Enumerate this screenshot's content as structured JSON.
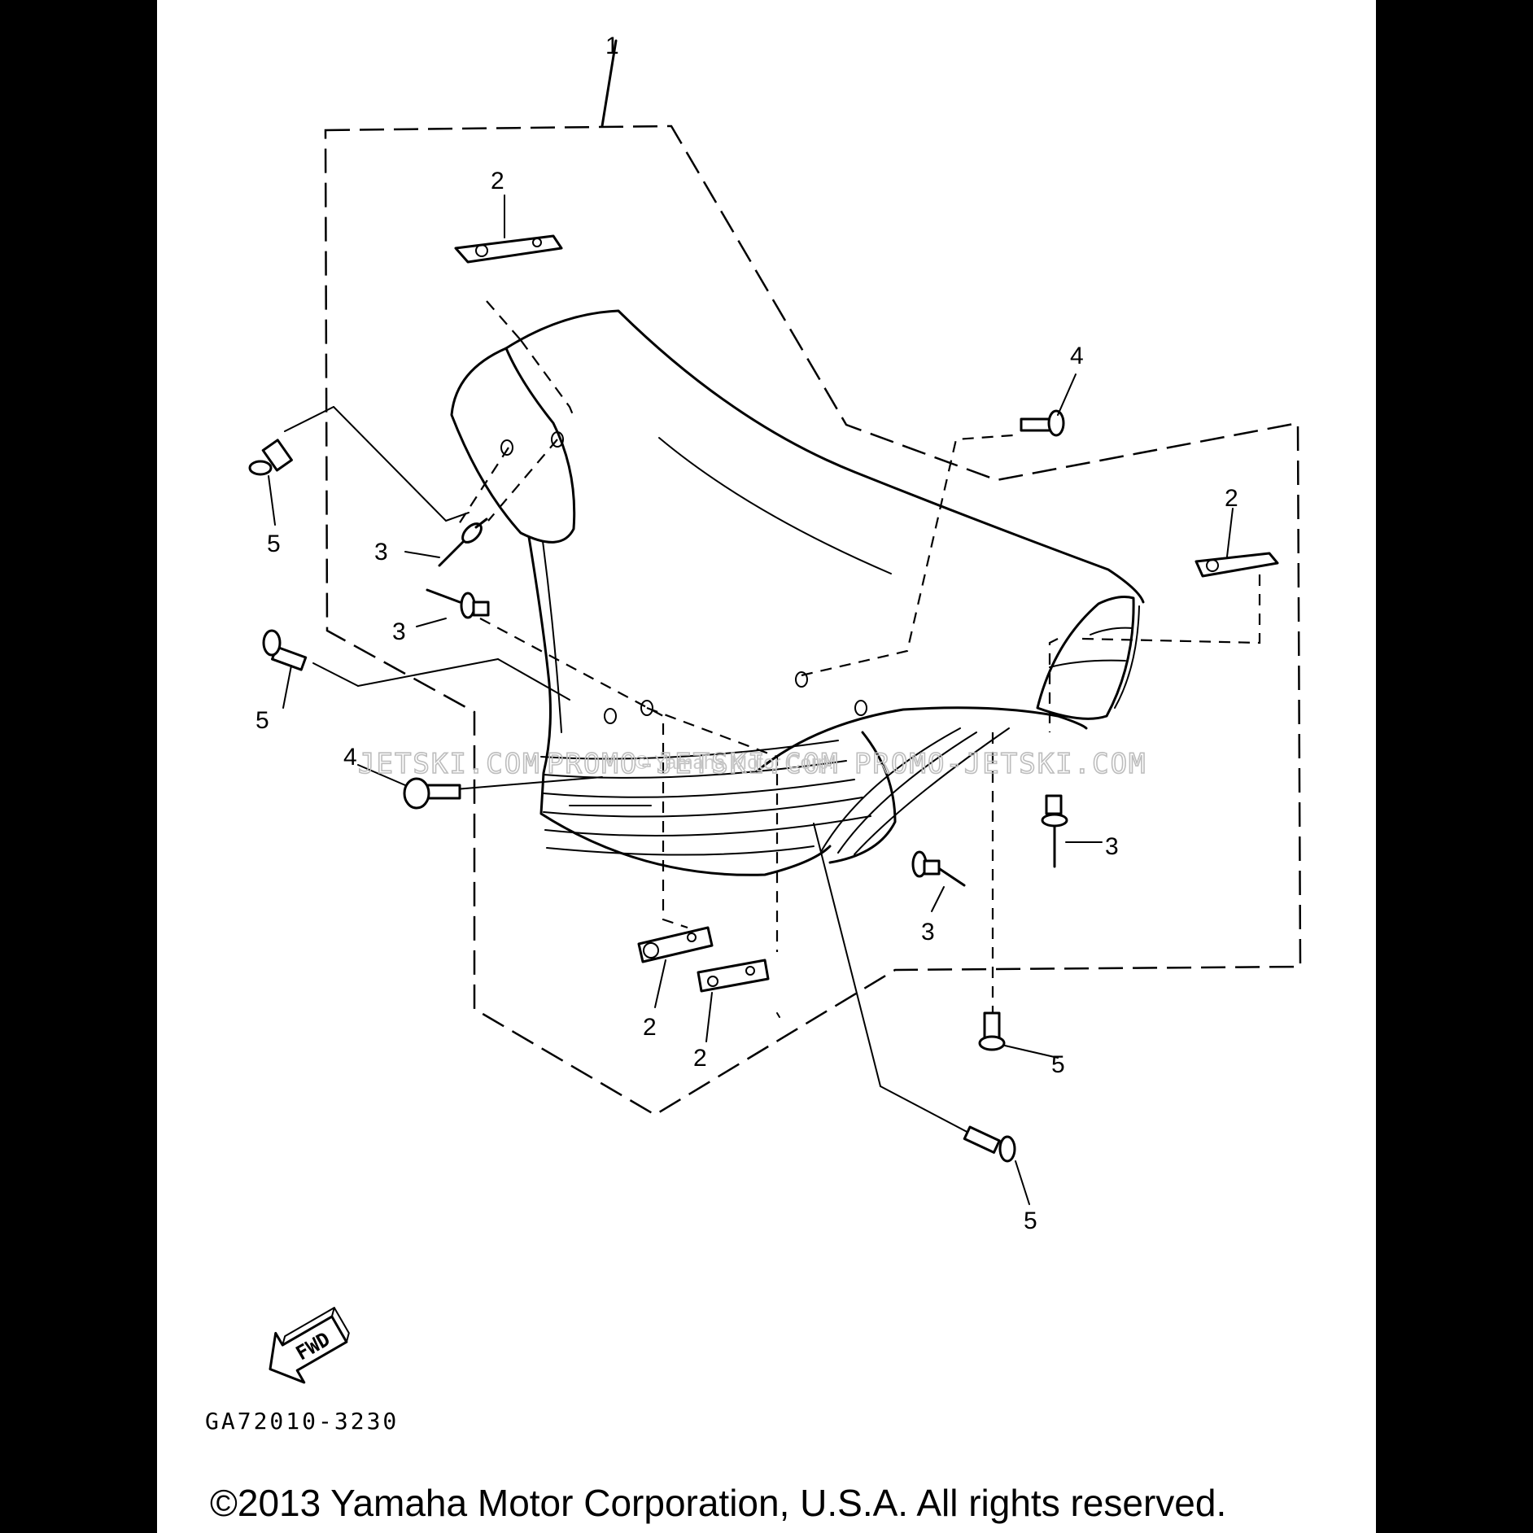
{
  "diagram": {
    "drawing_number": "GA72010-3230",
    "direction_label": "FWD",
    "copyright": "©2013 Yamaha Motor Corporation, U.S.A. All rights reserved.",
    "watermark": {
      "left": "JETSKI.COM",
      "center": "PROMO-JETSKI.COM",
      "right": "PROMO-JETSKI.COM",
      "overlay": "© Yamaha Motor Corp."
    },
    "callouts": {
      "c1": "1",
      "c2a": "2",
      "c2b": "2",
      "c2c": "2",
      "c2d": "2",
      "c3a": "3",
      "c3b": "3",
      "c3c": "3",
      "c3d": "3",
      "c4a": "4",
      "c4b": "4",
      "c5a": "5",
      "c5b": "5",
      "c5c": "5",
      "c5d": "5"
    }
  },
  "colors": {
    "background": "#000000",
    "sheet": "#ffffff",
    "ink": "#000000"
  }
}
